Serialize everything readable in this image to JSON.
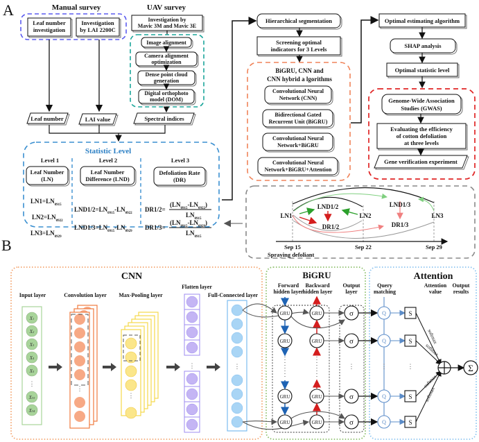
{
  "panel_labels": {
    "a": "A",
    "b": "B"
  },
  "colors": {
    "manual_box": "#5b5bf0",
    "uav_box": "#1aa59a",
    "statistic_box": "#3a8fd0",
    "models_box": "#f0845a",
    "gwas_box": "#e02424",
    "timeline_box": "#888888",
    "cnn_region": "#f4a46e",
    "bigru_region": "#8cbf6a",
    "attention_region": "#8cc4f0",
    "input_node": "#a8d49a",
    "conv_node": "#f7a985",
    "pool_node": "#fbe68a",
    "flatten_node": "#c4b5f4",
    "fc_node": "#a9d5f5",
    "forward_arrow": "#1e63b4",
    "backward_arrow": "#d41e1e",
    "query_node": "#5b8cc8"
  },
  "panel_a": {
    "manual": {
      "title": "Manual survey",
      "box1": [
        "Leaf number",
        "investigation"
      ],
      "box2": [
        "Investigation",
        "by LAI 2200C"
      ],
      "out1": "Leaf number",
      "out2": "LAI value"
    },
    "uav": {
      "title": "UAV survey",
      "top": [
        "Investigation by",
        "Mavic 3M and Mavic 3E"
      ],
      "steps": [
        [
          "Image alignment"
        ],
        [
          "Camera alignment",
          "optimization"
        ],
        [
          "Dense point cloud",
          "generation"
        ],
        [
          "Digital orthophoto",
          "model (DOM)"
        ]
      ],
      "out": "Spectral indices"
    },
    "statistic": {
      "title": "Statistic Level",
      "levels": [
        {
          "label": "Level 1",
          "box": [
            "Leaf Number",
            "(LN)"
          ]
        },
        {
          "label": "Level 2",
          "box": [
            "Leaf Number",
            "Difference (LND)"
          ]
        },
        {
          "label": "Level 3",
          "box": [
            "Defoliation Rate",
            "(DR)"
          ]
        }
      ],
      "ln": [
        {
          "name": "LN1=LN",
          "sub": "0915"
        },
        {
          "name": "LN2=LN",
          "sub": "0922"
        },
        {
          "name": "LN3=LN",
          "sub": "0929"
        }
      ],
      "lnd": [
        {
          "name": "LND1/2=LN",
          "sub1": "0915",
          "mid": "-LN",
          "sub2": "0922"
        },
        {
          "name": "LND1/3=LN",
          "sub1": "0915",
          "mid": "-LN",
          "sub2": "0929"
        }
      ],
      "dr": [
        {
          "name": "DR1/2=",
          "num": "(LN",
          "s1": "0915",
          "m": "-LN",
          "s2": "0922",
          "close": ")",
          "den": "LN",
          "ds": "0915"
        },
        {
          "name": "DR1/3=",
          "num": "(LN",
          "s1": "0915",
          "m": "-LN",
          "s2": "0929",
          "close": ")",
          "den": "LN",
          "ds": "0915"
        }
      ]
    },
    "pipeline": {
      "hier": "Hierarchical segmentation",
      "screen": [
        "Screening optimal",
        "indicators for 3 Levels"
      ],
      "models_title": [
        "BiGRU, CNN and",
        "CNN hybrid a lgorithms"
      ],
      "models": [
        [
          "Convolutional Neural",
          "Network (CNN)"
        ],
        [
          "Bidirectional Gated",
          "Recurrent Unit (BiGRU)"
        ],
        [
          "Convolutional Neural",
          "Network+BiGRU"
        ],
        [
          "Convolutional Neural",
          "Network+BiGRU+Attention"
        ]
      ],
      "optimal_alg": "Optimal estimating algorithm",
      "shap": "SHAP analysis",
      "optimal_level": "Optimal statistic level",
      "gwas": [
        "Genome-Wide Association",
        "Studies (GWAS)"
      ],
      "evaluate": [
        "Evaluating the efficiency",
        "of cotton defoliation",
        "at three levels"
      ],
      "gene": "Gene verification experiment"
    },
    "timeline": {
      "nodes": {
        "ln1": "LN1",
        "ln2": "LN2",
        "ln3": "LN3",
        "lnd12": "LND1/2",
        "lnd13": "LND1/3",
        "dr12": "DR1/2",
        "dr13": "DR1/3"
      },
      "ticks": [
        "Sep 15",
        "Sep 22",
        "Sep 29"
      ],
      "note": "Spraying defoliant"
    }
  },
  "panel_b": {
    "cnn": {
      "title": "CNN",
      "input_layer": "Input layer",
      "conv_layer": "Convolution layer",
      "pool_layer": "Max-Pooling layer",
      "flatten_layer": "Flatten layer",
      "fc_layer": "Full-Connected layer",
      "inputs": [
        "X1",
        "X2",
        "X3",
        "X4",
        "X5",
        "X33",
        "X34"
      ]
    },
    "bigru": {
      "title": "BiGRU",
      "forward": [
        "Forward",
        "hidden layer"
      ],
      "backward": [
        "Backward",
        "hidden layer"
      ],
      "output": [
        "Output",
        "layer"
      ],
      "unit": "GRU",
      "sigma": "σ"
    },
    "attention": {
      "title": "Attention",
      "query": [
        "Query",
        "matching"
      ],
      "value": [
        "Attention",
        "value"
      ],
      "results": [
        "Output",
        "results"
      ],
      "q": "Q",
      "s": "S",
      "softmax": "softmax",
      "sum": "Σ",
      "ellipsis": "⋮"
    }
  }
}
